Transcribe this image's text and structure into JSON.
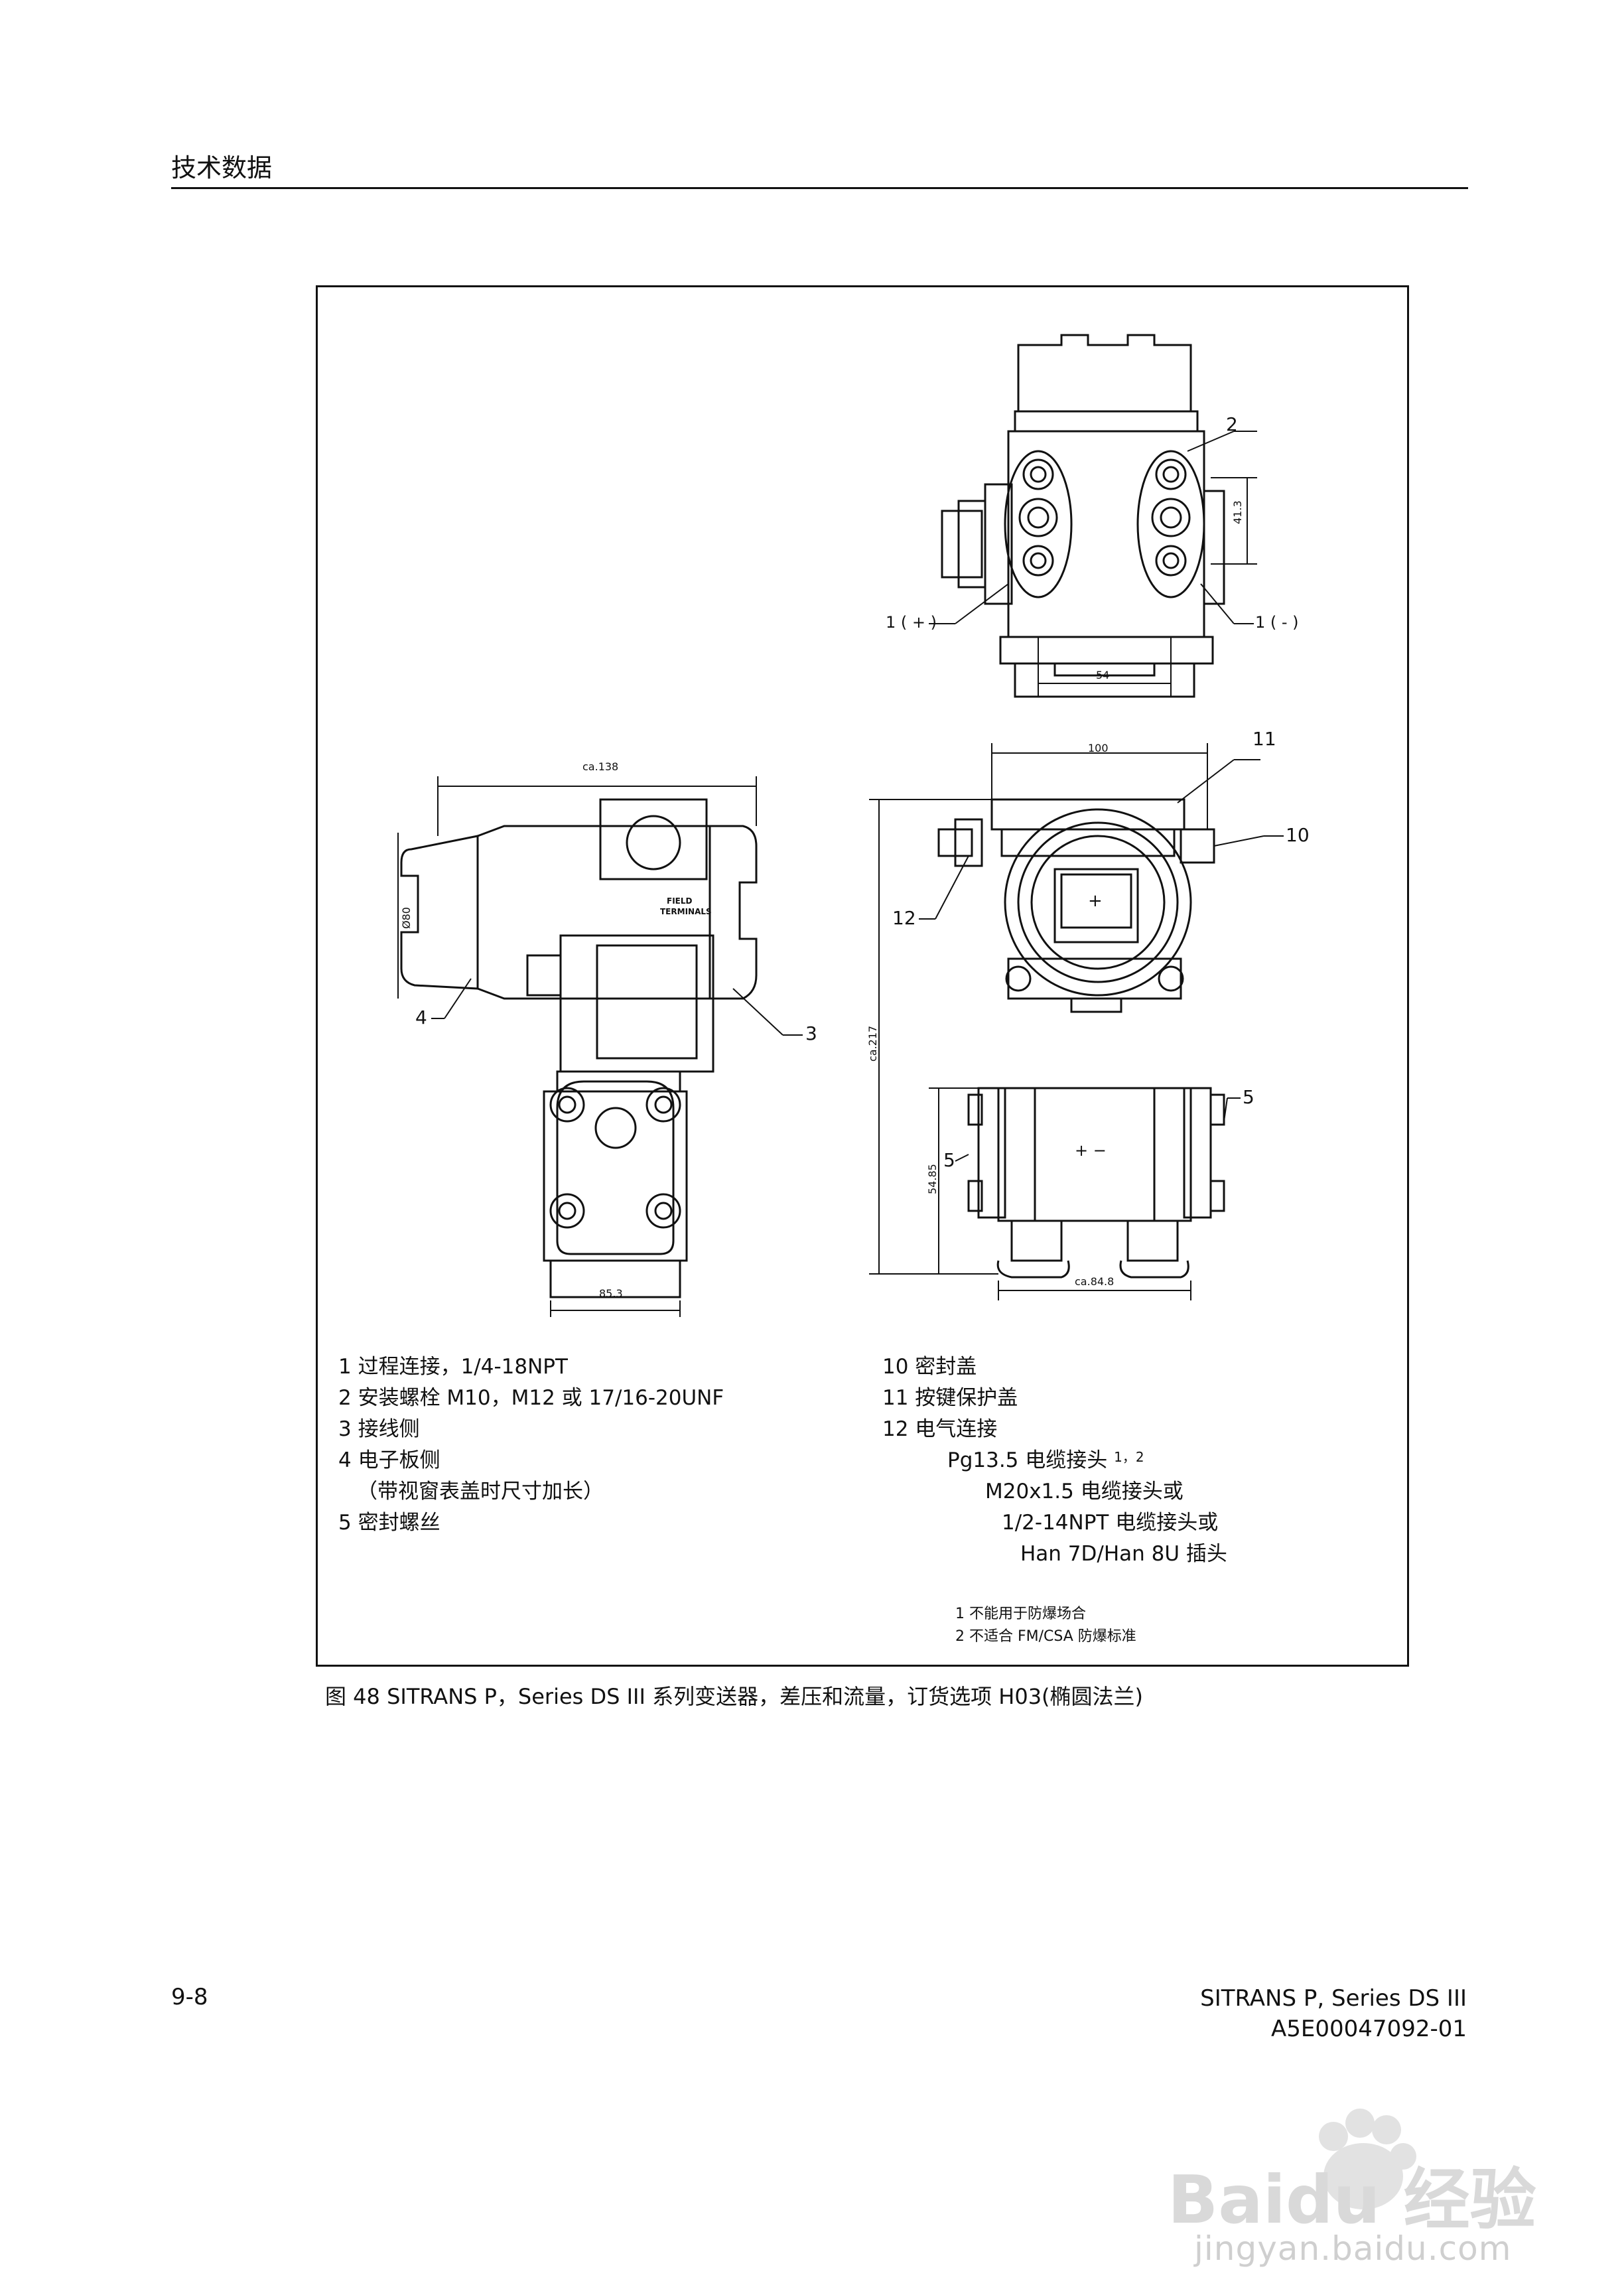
{
  "header": {
    "section_title": "技术数据"
  },
  "figure": {
    "callouts": {
      "top_2": "2",
      "top_1plus": "1 ( + )",
      "top_1minus": "1 ( - )",
      "dim_41_3": "41.3",
      "dim_54": "54",
      "dim_ca138": "ca.138",
      "dim_d80": "Ø80",
      "dim_85_3": "85.3",
      "field_terminals_1": "FIELD",
      "field_terminals_2": "TERMINALS",
      "side_4": "4",
      "side_3": "3",
      "dim_100": "100",
      "dim_ca217": "ca.217",
      "dim_54_85": "54.85",
      "dim_ca84_8": "ca.84.8",
      "front_11": "11",
      "front_10": "10",
      "front_12": "12",
      "front_5a": "5",
      "front_5b": "5",
      "plus": "+",
      "pm": "+  −"
    },
    "legend_left": [
      "1  过程连接，1/4-18NPT",
      "2  安装螺栓 M10，M12 或 17/16-20UNF",
      "3  接线侧",
      "4  电子板侧",
      "（带视窗表盖时尺寸加长）",
      "5     密封螺丝"
    ],
    "legend_right": [
      "10  密封盖",
      "11  按键保护盖",
      "12  电气连接",
      "Pg13.5 电缆接头",
      "M20x1.5 电缆接头或",
      "1/2-14NPT 电缆接头或",
      "Han 7D/Han 8U 插头"
    ],
    "legend_sup": "1，2",
    "footnotes": [
      "1    不能用于防爆场合",
      "2    不适合 FM/CSA 防爆标准"
    ]
  },
  "caption": "图 48    SITRANS P，Series DS III 系列变送器，差压和流量，订货选项 H03(椭圆法兰)",
  "footer": {
    "page": "9-8",
    "product": "SITRANS P, Series DS III",
    "doc_id": "A5E00047092-01"
  },
  "watermark": {
    "text": "jingyan.baidu.com",
    "logo_text": "Baidu 经验"
  }
}
